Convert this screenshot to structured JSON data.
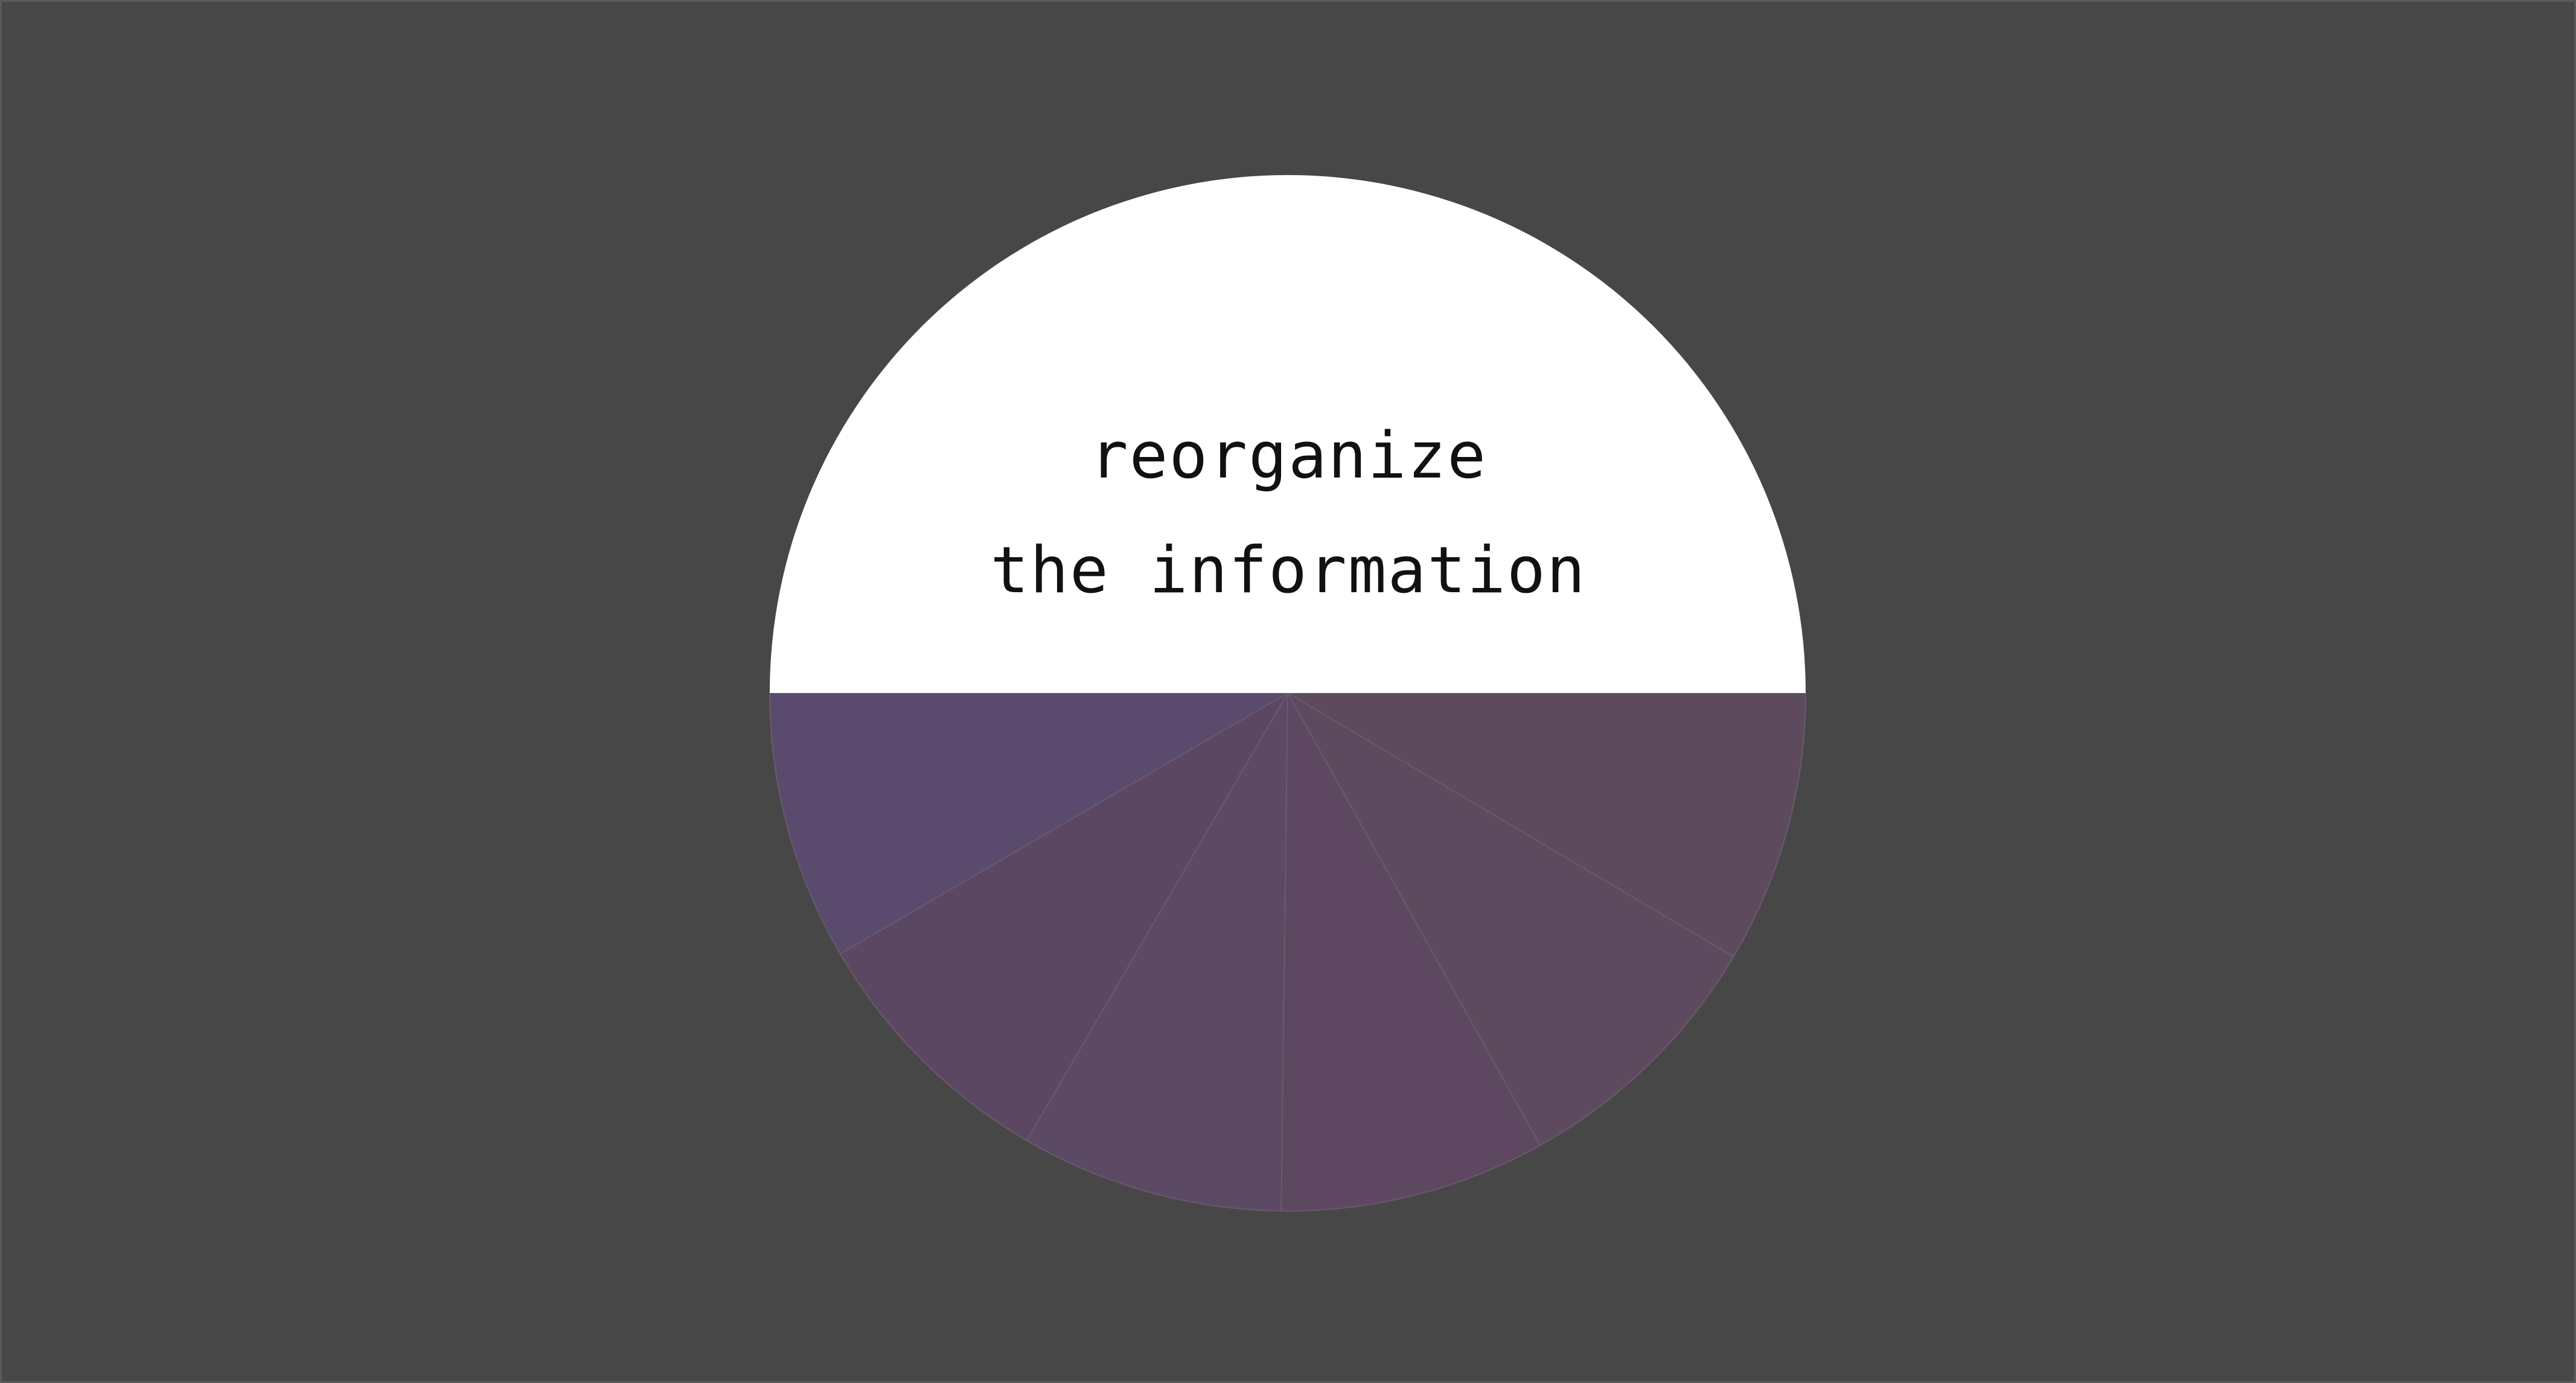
{
  "label": {
    "line1": "reorganize",
    "line2": "the information"
  },
  "chart_data": {
    "type": "pie",
    "start_angle_deg": 0,
    "direction": "clockwise",
    "slices": [
      {
        "value": 8.5,
        "color": "#5d4a5c"
      },
      {
        "value": 8.4,
        "color": "#5e4a5e"
      },
      {
        "value": 8.3,
        "color": "#5e4760"
      },
      {
        "value": 8.2,
        "color": "#5c4964"
      },
      {
        "value": 8.2,
        "color": "#5c4763"
      },
      {
        "value": 8.4,
        "color": "#5a4b6e"
      },
      {
        "value": 50.0,
        "color": "#ffffff"
      }
    ],
    "separator_color": "#6a5a6c"
  },
  "colors": {
    "background": "#474747",
    "text": "#111111"
  }
}
